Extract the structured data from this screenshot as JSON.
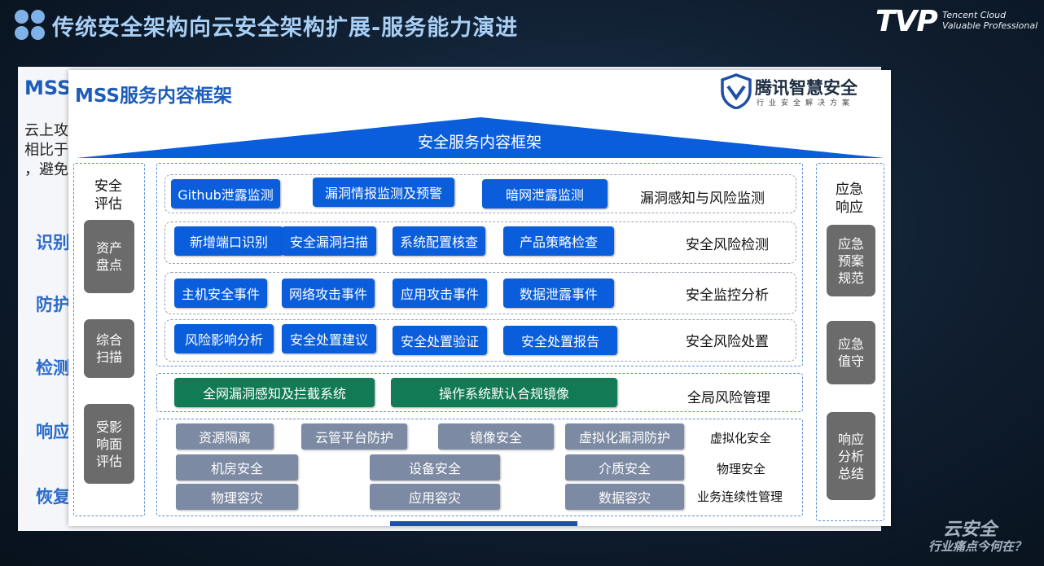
{
  "header": {
    "title": "传统安全架构向云安全架构扩展-服务能力演进",
    "tvp_logo": "TVP",
    "tvp_line1": "Tencent Cloud",
    "tvp_line2": "Valuable Professional"
  },
  "back_slide": {
    "title": "MSS",
    "text_lines": [
      "云上攻",
      "相比于",
      "，避免"
    ],
    "items": [
      "识别",
      "防护",
      "检测",
      "响应",
      "恢复"
    ]
  },
  "slide": {
    "title": "MSS服务内容框架",
    "brand_name": "腾讯智慧安全",
    "brand_sub": "行业安全解决方案",
    "roof_label": "安全服务内容框架",
    "left_column": {
      "title_line1": "安全",
      "title_line2": "评估",
      "buttons": [
        {
          "line1": "资产",
          "line2": "盘点"
        },
        {
          "line1": "综合",
          "line2": "扫描"
        },
        {
          "line1": "受影",
          "line2": "响面",
          "line3": "评估"
        }
      ]
    },
    "right_column": {
      "title_line1": "应急",
      "title_line2": "响应",
      "buttons": [
        {
          "line1": "应急",
          "line2": "预案",
          "line3": "规范"
        },
        {
          "line1": "应急",
          "line2": "值守"
        },
        {
          "line1": "响应",
          "line2": "分析",
          "line3": "总结"
        }
      ]
    },
    "rows": [
      {
        "label": "漏洞感知与风险监测",
        "items": [
          "Github泄露监测",
          "漏洞情报监测及预警",
          "暗网泄露监测"
        ]
      },
      {
        "label": "安全风险检测",
        "items": [
          "新增端口识别",
          "安全漏洞扫描",
          "系统配置核查",
          "产品策略检查"
        ]
      },
      {
        "label": "安全监控分析",
        "items": [
          "主机安全事件",
          "网络攻击事件",
          "应用攻击事件",
          "数据泄露事件"
        ]
      },
      {
        "label": "安全风险处置",
        "items": [
          "风险影响分析",
          "安全处置建议",
          "安全处置验证",
          "安全处置报告"
        ]
      }
    ],
    "global": {
      "label": "全局风险管理",
      "items": [
        "全网漏洞感知及拦截系统",
        "操作系统默认合规镜像"
      ]
    },
    "infra": [
      {
        "label": "虚拟化安全",
        "items": [
          "资源隔离",
          "云管平台防护",
          "镜像安全",
          "虚拟化漏洞防护"
        ]
      },
      {
        "label": "物理安全",
        "items": [
          "机房安全",
          "设备安全",
          "介质安全"
        ]
      },
      {
        "label": "业务连续性管理",
        "items": [
          "物理容灾",
          "应用容灾",
          "数据容灾"
        ]
      }
    ]
  },
  "watermark": {
    "line1": "云安全",
    "line2": "行业痛点今何在？"
  },
  "colors": {
    "primary_blue": "#0a5ddb",
    "green": "#127a55",
    "slate": "#7d8aa3",
    "gray": "#6b6b6b",
    "title_blue": "#1d5cb8"
  }
}
